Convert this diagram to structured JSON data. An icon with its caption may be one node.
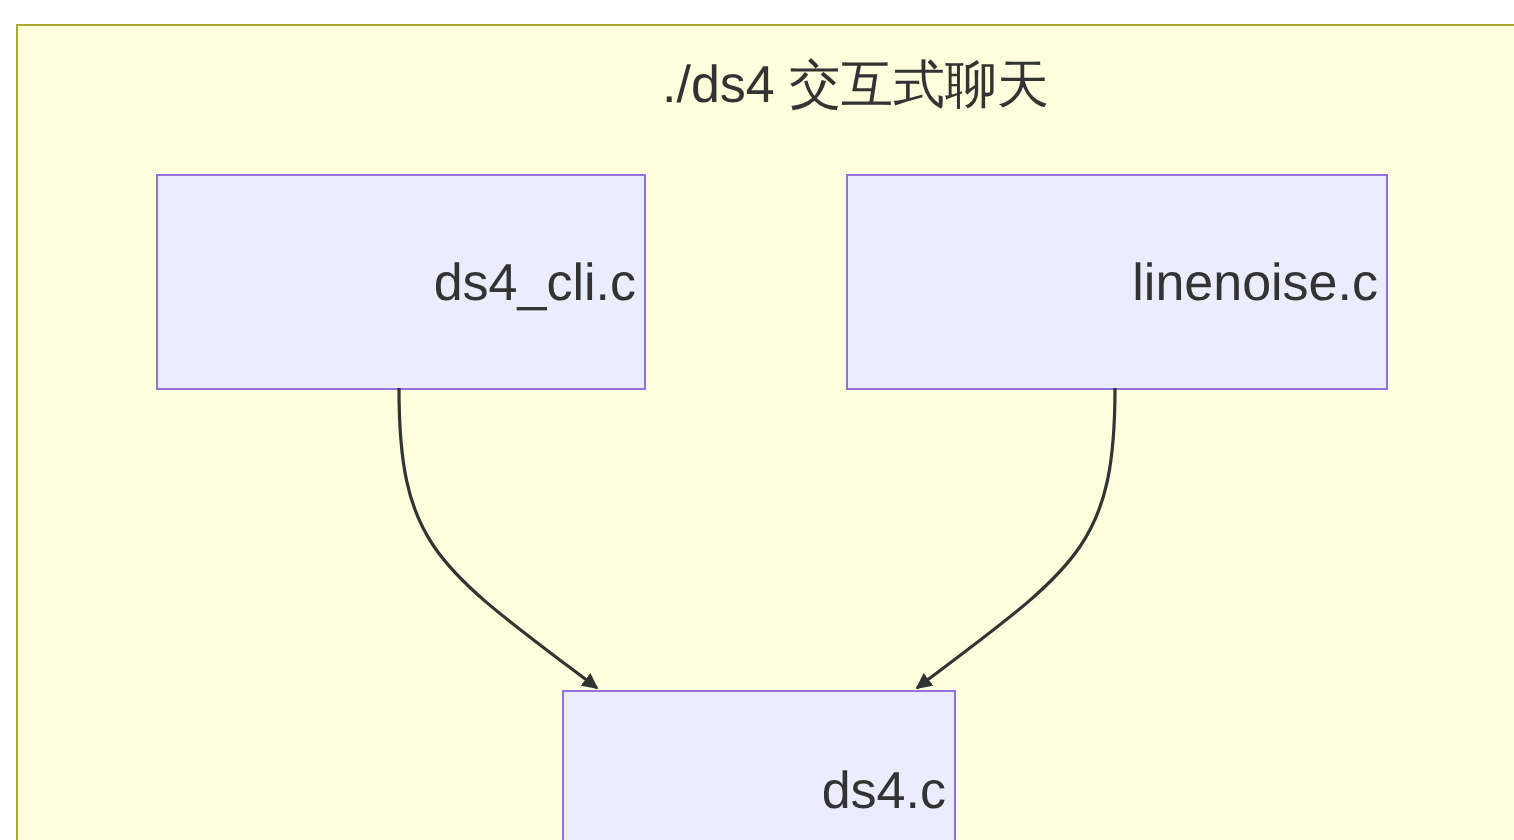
{
  "diagram": {
    "nodes": [
      {
        "text": [
          "./ds4 交互式聊天"
        ]
      },
      {
        "text": [
          "ds4_cli.c"
        ],
        "in": 0
      },
      {
        "text": [
          "linenoise.c"
        ],
        "in": 0
      },
      {
        "text": [
          "ds4.c"
        ],
        "in": 0
      }
    ],
    "edges": [
      {
        "from": 1,
        "to": 3,
        "arrow": "to"
      },
      {
        "from": 2,
        "to": 3,
        "arrow": "to"
      }
    ]
  }
}
